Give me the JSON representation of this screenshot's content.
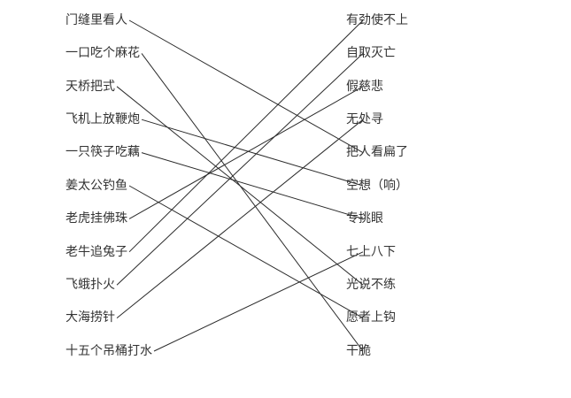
{
  "left_items": [
    "门缝里看人",
    "一口吃个麻花",
    "天桥把式",
    "飞机上放鞭炮",
    "一只筷子吃藕",
    "姜太公钓鱼",
    "老虎挂佛珠",
    "老牛追兔子",
    "飞蛾扑火",
    "大海捞针",
    "十五个吊桶打水"
  ],
  "right_items": [
    "有劲使不上",
    "自取灭亡",
    "假慈悲",
    "无处寻",
    "把人看扁了",
    "空想（响）",
    "专挑眼",
    "七上八下",
    "光说不练",
    "愿者上钩",
    "干脆"
  ],
  "matches": [
    [
      0,
      4
    ],
    [
      1,
      10
    ],
    [
      2,
      8
    ],
    [
      3,
      5
    ],
    [
      4,
      6
    ],
    [
      5,
      9
    ],
    [
      6,
      2
    ],
    [
      7,
      0
    ],
    [
      8,
      1
    ],
    [
      9,
      3
    ],
    [
      10,
      7
    ]
  ]
}
